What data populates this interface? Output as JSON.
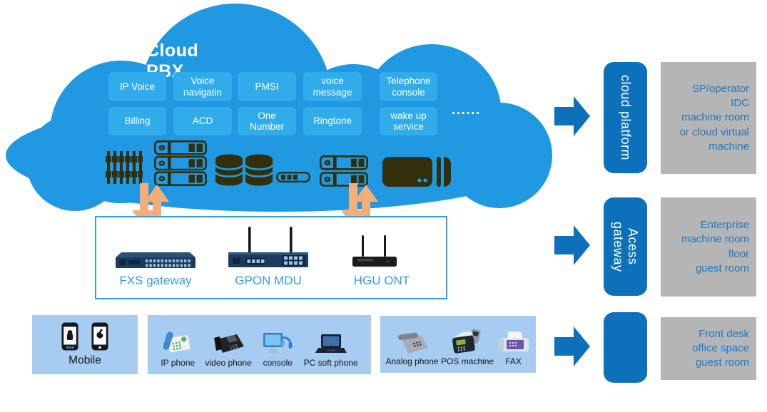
{
  "cloud": {
    "title": "Cloud PBX",
    "services": [
      "IP Voice",
      "Voice\nnavigatin",
      "PMSI",
      "voice\nmessage",
      "Telephone\nconsole",
      "Billing",
      "ACD",
      "One\nNumber",
      "Ringtone",
      "wake up\nservice"
    ],
    "more_dots": "......",
    "infra_icons": [
      "patch-panel",
      "server-rack-3u",
      "database",
      "database",
      "switch",
      "server-rack-2u",
      "appliance"
    ]
  },
  "access_layer": {
    "devices": [
      {
        "icon": "fxs-gateway",
        "label": "FXS gateway"
      },
      {
        "icon": "gpon-mdu",
        "label": "GPON MDU"
      },
      {
        "icon": "hgu-ont",
        "label": "HGU ONT"
      }
    ]
  },
  "terminal_layer": {
    "mobile_group": {
      "label": "Mobile",
      "icons": [
        "android-phone",
        "apple-phone"
      ]
    },
    "office_group": {
      "items": [
        {
          "icon": "ip-phone",
          "label": "IP phone"
        },
        {
          "icon": "video-phone",
          "label": "video phone"
        },
        {
          "icon": "console",
          "label": "console"
        },
        {
          "icon": "pc-soft-phone",
          "label": "PC soft phone"
        }
      ]
    },
    "analog_group": {
      "items": [
        {
          "icon": "analog-phone",
          "label": "Analog phone"
        },
        {
          "icon": "pos-machine",
          "label": "POS machine"
        },
        {
          "icon": "fax",
          "label": "FAX"
        }
      ]
    }
  },
  "right_panel": {
    "rows": [
      {
        "band_label": "cloud platform",
        "description": "SP/operator\nIDC\nmachine room\nor cloud virtual\nmachine"
      },
      {
        "band_label": "Acess\ngateway",
        "description": "Enterprise\nmachine room\nfloor\nguest room"
      },
      {
        "band_label": "",
        "description": "Front desk\noffice space\nguest room"
      }
    ]
  },
  "colors": {
    "cloud_blue": "#2098e2",
    "service_tile_blue": "#2face9",
    "accent_blue": "#0d70ba",
    "gray_panel": "#b5b5b6",
    "panel_text_blue": "#1c78c2",
    "terminal_box_blue": "#a6ccf1",
    "orange_arrow": "#f6ad79",
    "device_label_blue": "#2e9fe4",
    "infra_icon_dark": "#332f0a"
  }
}
